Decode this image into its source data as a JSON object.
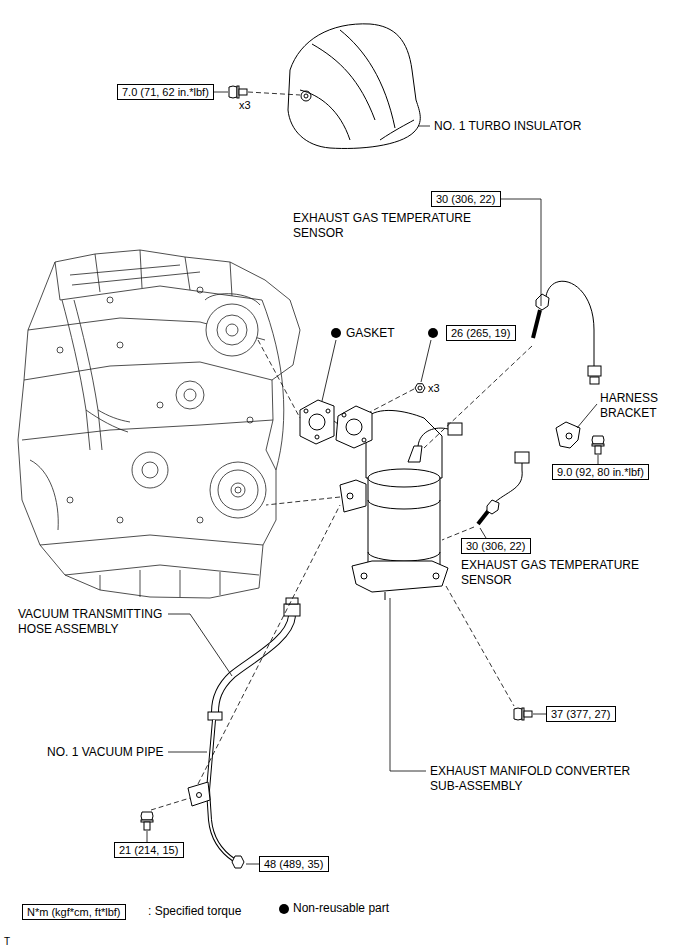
{
  "diagram": {
    "nodes": [
      {
        "text": [
          "7.0 (71, 62 in.*lbf)"
        ]
      },
      {
        "text": [
          "30 (306, 22)"
        ]
      },
      {
        "text": [
          "26 (265, 19)"
        ]
      },
      {
        "text": [
          "9.0 (92, 80 in.*lbf)"
        ]
      },
      {
        "text": [
          "30 (306, 22)"
        ]
      },
      {
        "text": [
          "37 (377, 27)"
        ]
      },
      {
        "text": [
          "21 (214, 15)"
        ]
      },
      {
        "text": [
          "48 (489, 35)"
        ]
      },
      {
        "text": [
          "N*m (kgf*cm, ft*lbf)"
        ]
      }
    ],
    "labels": [
      "x3",
      "NO. 1 TURBO INSULATOR",
      "EXHAUST GAS TEMPERATURE SENSOR",
      "GASKET",
      "x3",
      "HARNESS BRACKET",
      "EXHAUST GAS TEMPERATURE SENSOR",
      "VACUUM TRANSMITTING HOSE ASSEMBLY",
      "NO. 1 VACUUM PIPE",
      "EXHAUST MANIFOLD CONVERTER SUB-ASSEMBLY",
      "T"
    ],
    "legend": [
      {
        "text": ": Specified torque"
      },
      {
        "text": "Non-reusable part"
      }
    ]
  }
}
